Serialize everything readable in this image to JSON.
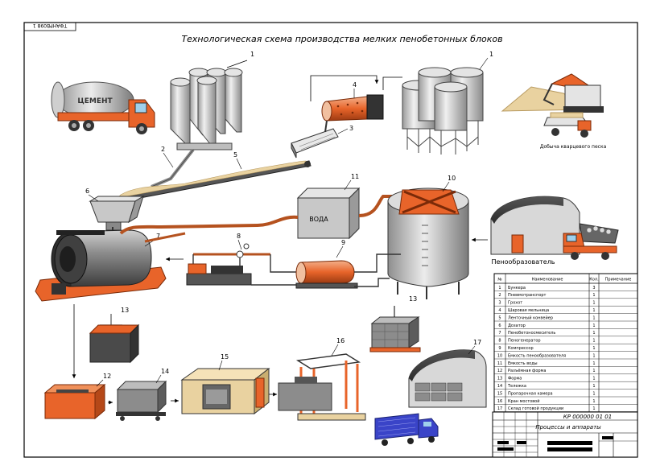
{
  "stamp": "ТФАНРВ098 1",
  "title": "Технологическая схема производства мелких пенобетонных блоков",
  "labels": {
    "cement": "ЦЕМЕНТ",
    "water": "ВОДА",
    "sand_mining": "Добыча кварцевого песка",
    "foam": "Пенообразователь"
  },
  "legend": {
    "headers": [
      "№",
      "Наименование",
      "Кол.",
      "Примечание"
    ],
    "rows": [
      [
        "1",
        "Бункера",
        "3"
      ],
      [
        "2",
        "Пневмотранспорт",
        "1"
      ],
      [
        "3",
        "Грохот",
        "1"
      ],
      [
        "4",
        "Шаровая мельница",
        "1"
      ],
      [
        "5",
        "Ленточный конвейер",
        "1"
      ],
      [
        "6",
        "Дозатор",
        "1"
      ],
      [
        "7",
        "Пенобетоносмеситель",
        "1"
      ],
      [
        "8",
        "Пеногенератор",
        "1"
      ],
      [
        "9",
        "Компрессор",
        "1"
      ],
      [
        "10",
        "Емкость пенообразователя",
        "1"
      ],
      [
        "11",
        "Емкость воды",
        "1"
      ],
      [
        "12",
        "Разъёмная форма",
        "1"
      ],
      [
        "13",
        "Форма",
        "1"
      ],
      [
        "14",
        "Тележка",
        "1"
      ],
      [
        "15",
        "Пропарочная камера",
        "1"
      ],
      [
        "16",
        "Кран мостовой",
        "1"
      ],
      [
        "17",
        "Склад готовой продукции",
        "1"
      ]
    ]
  },
  "title_block": {
    "code": "КР 000000 01 01",
    "name": "Процессы и аппараты"
  },
  "colors": {
    "orange": "#e8642a",
    "silo": "#d2d2d2",
    "sand": "#e9d2a0",
    "dark": "#3a3a3a",
    "blue": "#3a44c8"
  }
}
